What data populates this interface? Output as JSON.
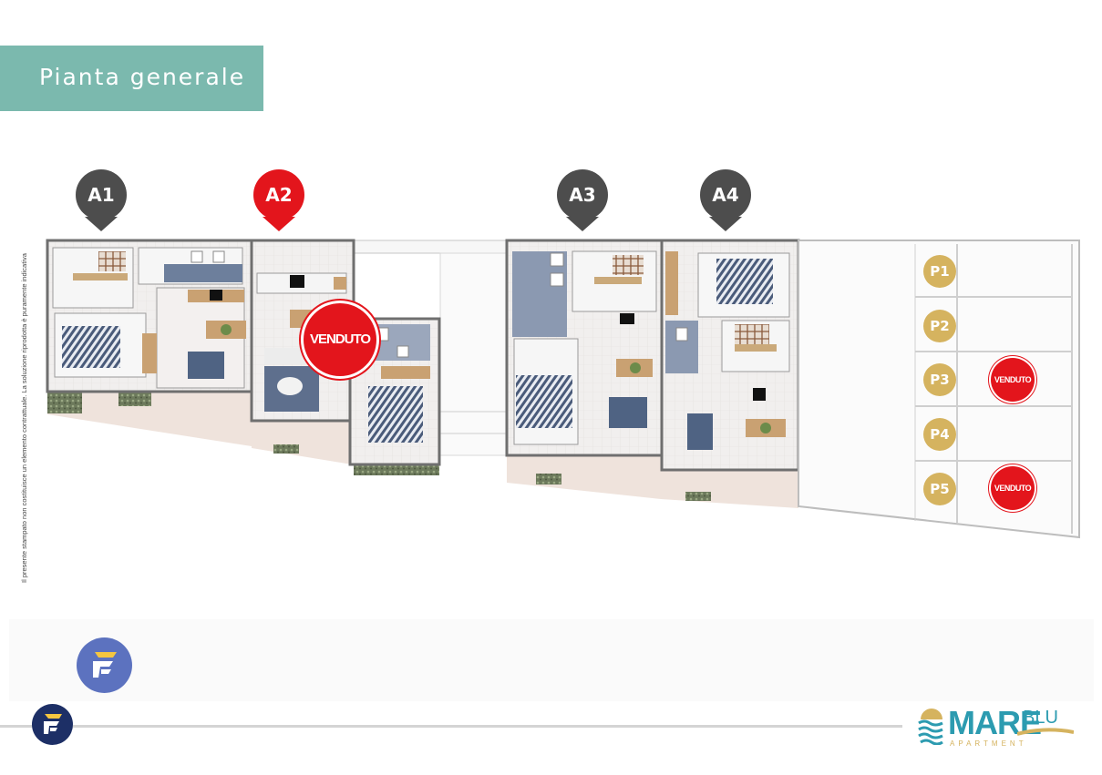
{
  "header": {
    "title": "Pianta generale"
  },
  "side_note": "Il presente stampato non costituisce un elemento contrattuale. La soluzione riprodotta è puramente indicativa",
  "apartments": [
    {
      "label": "A1",
      "status": "available",
      "color": "#4d4d4d"
    },
    {
      "label": "A2",
      "status": "sold",
      "color": "#e3151c"
    },
    {
      "label": "A3",
      "status": "available",
      "color": "#4d4d4d"
    },
    {
      "label": "A4",
      "status": "available",
      "color": "#4d4d4d"
    }
  ],
  "sold_label": "VENDUTO",
  "parking": [
    {
      "label": "P1",
      "sold": false
    },
    {
      "label": "P2",
      "sold": false
    },
    {
      "label": "P3",
      "sold": true
    },
    {
      "label": "P4",
      "sold": false
    },
    {
      "label": "P5",
      "sold": true
    }
  ],
  "colors": {
    "accent": "#7bb9ae",
    "sold": "#e3151c",
    "parking": "#d5b35f",
    "marker": "#4d4d4d"
  },
  "brand": {
    "name": "MARE",
    "suffix": "BLU",
    "tagline": "APARTMENT"
  },
  "icons": [
    "mareblu-waves-logo-icon",
    "f-logo-icon"
  ]
}
